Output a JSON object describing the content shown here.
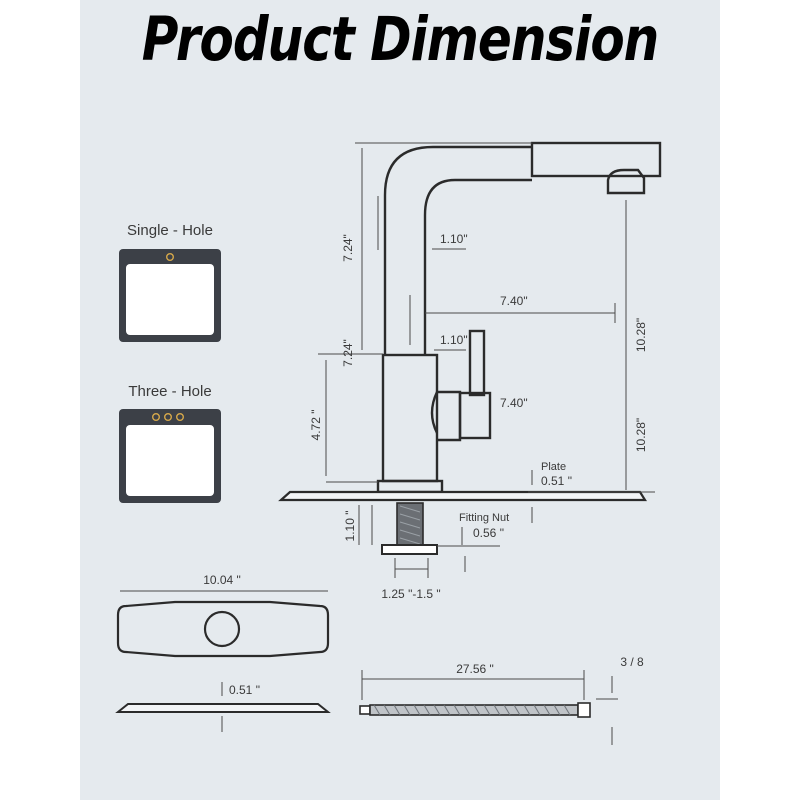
{
  "title": "Product Dimension",
  "hole_types": {
    "single": "Single - Hole",
    "three": "Three - Hole"
  },
  "faucet_dims": {
    "spout_height": "7.24\"",
    "spout_height_lower": "7.24\"",
    "spout_diameter": "1.10\"",
    "spout_reach": "7.40\"",
    "handle_width": "1.10\"",
    "handle_reach": "7.40\"",
    "total_height_upper": "10.28\"",
    "total_height_lower": "10.28\"",
    "body_height": "4.72 \"",
    "plate_label": "Plate",
    "plate_thickness": "0.51 \"",
    "shank_height": "1.10 \"",
    "fitting_nut_label": "Fitting Nut",
    "fitting_nut_size": "0.56 \"",
    "deck_range": "1.25 \"-1.5 \""
  },
  "plate_dims": {
    "length": "10.04 \"",
    "thickness": "0.51 \""
  },
  "hose_dims": {
    "length": "27.56 \"",
    "connector": "3 / 8"
  }
}
